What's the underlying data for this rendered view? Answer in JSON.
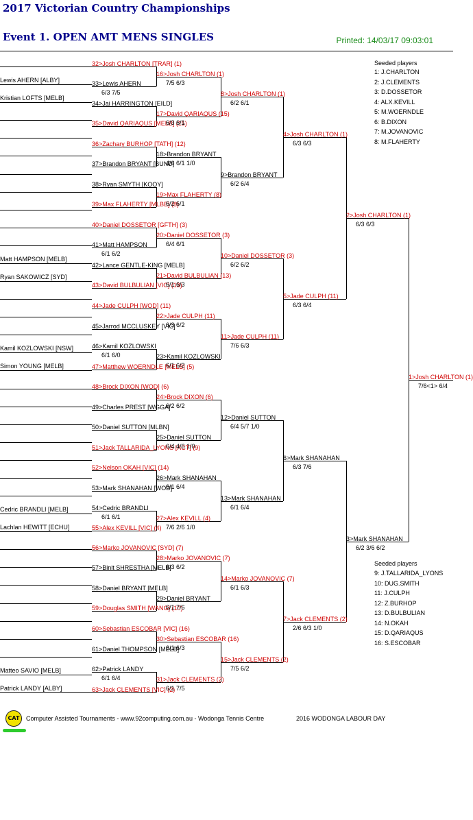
{
  "header": {
    "title": "2017 Victorian Country Championships",
    "event": "Event 1. OPEN AMT MENS SINGLES",
    "printed": "Printed: 14/03/17 09:03:01"
  },
  "seeds_a": {
    "heading": "Seeded players",
    "items": [
      "1: J.CHARLTON",
      "2: J.CLEMENTS",
      "3: D.DOSSETOR",
      "4: ALX.KEVILL",
      "5: M.WOERNDLE",
      "6: B.DIXON",
      "7: M.JOVANOVIC",
      "8: M.FLAHERTY"
    ]
  },
  "seeds_b": {
    "heading": "Seeded players",
    "items": [
      "9: J.TALLARIDA_LYONS",
      "10: DUG.SMITH",
      "11: J.CULPH",
      "12: Z.BURHOP",
      "13: D.BULBULIAN",
      "14: N.OKAH",
      "15: D.QARIAQUS",
      "16: S.ESCOBAR"
    ]
  },
  "round0": [
    {
      "slot": 1,
      "name": "Lewis AHERN [ALBY]"
    },
    {
      "slot": 2,
      "name": "Kristian LOFTS [MELB]"
    },
    {
      "slot": 11,
      "name": "Matt HAMPSON [MELB]"
    },
    {
      "slot": 12,
      "name": "Ryan SAKOWICZ [SYD]"
    },
    {
      "slot": 16,
      "name": "Kamil KOZLOWSKI [NSW]"
    },
    {
      "slot": 17,
      "name": "Simon YOUNG [MELB]"
    },
    {
      "slot": 25,
      "name": "Cedric BRANDLI [MELB]"
    },
    {
      "slot": 26,
      "name": "Lachlan HEWITT [ECHU]"
    },
    {
      "slot": 34,
      "name": "Matteo SAVIO [MELB]"
    },
    {
      "slot": 35,
      "name": "Patrick LANDY [ALBY]"
    }
  ],
  "round1": [
    {
      "name": "32>Josh CHARLTON [TRAR] (1)",
      "score": "",
      "red": true
    },
    {
      "name": "33>Lewis AHERN",
      "score": "6/3 7/5",
      "red": false
    },
    {
      "name": "34>Jai HARRINGTON [EILD]",
      "score": "",
      "red": false
    },
    {
      "name": "35>David QARIAQUS [MELB] (15)",
      "score": "",
      "red": true
    },
    {
      "name": "36>Zachary BURHOP [TATH] (12)",
      "score": "",
      "red": true
    },
    {
      "name": "37>Brandon BRYANT [BUND]",
      "score": "",
      "red": false
    },
    {
      "name": "38>Ryan SMYTH [KOOY]",
      "score": "",
      "red": false
    },
    {
      "name": "39>Max FLAHERTY [MLBE] (8)",
      "score": "",
      "red": true
    },
    {
      "name": "40>Daniel DOSSETOR [GFTH] (3)",
      "score": "",
      "red": true
    },
    {
      "name": "41>Matt HAMPSON",
      "score": "6/1 6/2",
      "red": false
    },
    {
      "name": "42>Lance GENTLE-KING [MELB]",
      "score": "",
      "red": false
    },
    {
      "name": "43>David BULBULIAN [VIC] (13)",
      "score": "",
      "red": true
    },
    {
      "name": "44>Jade CULPH [WOD] (11)",
      "score": "",
      "red": true
    },
    {
      "name": "45>Jarrod MCCLUSKEY [VIC]",
      "score": "",
      "red": false
    },
    {
      "name": "46>Kamil KOZLOWSKI",
      "score": "6/1 6/0",
      "red": false
    },
    {
      "name": "47>Matthew WOERNDLE [MELB] (5)",
      "score": "",
      "red": true
    },
    {
      "name": "48>Brock DIXON [WOD] (6)",
      "score": "",
      "red": true
    },
    {
      "name": "49>Charles PREST [WGGA]",
      "score": "",
      "red": false
    },
    {
      "name": "50>Daniel SUTTON [MLBN]",
      "score": "",
      "red": false
    },
    {
      "name": "51>Jack TALLARIDA_LYONS [ACT] (9)",
      "score": "",
      "red": true
    },
    {
      "name": "52>Nelson OKAH [VIC] (14)",
      "score": "",
      "red": true
    },
    {
      "name": "53>Mark SHANAHAN [WOD]",
      "score": "",
      "red": false
    },
    {
      "name": "54>Cedric BRANDLI",
      "score": "6/1 6/1",
      "red": false
    },
    {
      "name": "55>Alex KEVILL [VIC] (4)",
      "score": "",
      "red": true
    },
    {
      "name": "56>Marko JOVANOVIC [SYD] (7)",
      "score": "",
      "red": true
    },
    {
      "name": "57>Binit SHRESTHA [MELB]",
      "score": "",
      "red": false
    },
    {
      "name": "58>Daniel BRYANT [MELB]",
      "score": "",
      "red": false
    },
    {
      "name": "59>Douglas SMITH [WANG] (10)",
      "score": "",
      "red": true
    },
    {
      "name": "60>Sebastian ESCOBAR [VIC] (16)",
      "score": "",
      "red": true
    },
    {
      "name": "61>Daniel THOMPSON [MELB]",
      "score": "",
      "red": false
    },
    {
      "name": "62>Patrick LANDY",
      "score": "6/1 6/4",
      "red": false
    },
    {
      "name": "63>Jack CLEMENTS [VIC] (2)",
      "score": "",
      "red": true
    }
  ],
  "round2": [
    {
      "name": "16>Josh CHARLTON (1)",
      "score": "7/5 6/3",
      "red": true
    },
    {
      "name": "17>David QARIAQUS (15)",
      "score": "6/3 6/1",
      "red": true
    },
    {
      "name": "18>Brandon BRYANT",
      "score": "4/6 6/1 1/0",
      "red": false
    },
    {
      "name": "19>Max FLAHERTY (8)",
      "score": "6/2 6/1",
      "red": true
    },
    {
      "name": "20>Daniel DOSSETOR (3)",
      "score": "6/4 6/1",
      "red": true
    },
    {
      "name": "21>David BULBULIAN (13)",
      "score": "6/1 6/3",
      "red": true
    },
    {
      "name": "22>Jade CULPH (11)",
      "score": "6/3 6/2",
      "red": true
    },
    {
      "name": "23>Kamil KOZLOWSKI",
      "score": "6/1 6/2",
      "red": false
    },
    {
      "name": "24>Brock DIXON (6)",
      "score": "6/2 6/2",
      "red": true
    },
    {
      "name": "25>Daniel SUTTON",
      "score": "6/4 4/6 1/0",
      "red": false
    },
    {
      "name": "26>Mark SHANAHAN",
      "score": "6/1 6/4",
      "red": false
    },
    {
      "name": "27>Alex KEVILL (4)",
      "score": "7/6 2/6 1/0",
      "red": true
    },
    {
      "name": "28>Marko JOVANOVIC (7)",
      "score": "6/3 6/2",
      "red": true
    },
    {
      "name": "29>Daniel BRYANT",
      "score": "6/1 7/6",
      "red": false
    },
    {
      "name": "30>Sebastian ESCOBAR (16)",
      "score": "6/1 6/3",
      "red": true
    },
    {
      "name": "31>Jack CLEMENTS (2)",
      "score": "6/1 7/5",
      "red": true
    }
  ],
  "round3": [
    {
      "name": "8>Josh CHARLTON (1)",
      "score": "6/2 6/1",
      "red": true
    },
    {
      "name": "9>Brandon BRYANT",
      "score": "6/2 6/4",
      "red": false
    },
    {
      "name": "10>Daniel DOSSETOR (3)",
      "score": "6/2 6/2",
      "red": true
    },
    {
      "name": "11>Jade CULPH (11)",
      "score": "7/6 6/3",
      "red": true
    },
    {
      "name": "12>Daniel SUTTON",
      "score": "6/4 5/7 1/0",
      "red": false
    },
    {
      "name": "13>Mark SHANAHAN",
      "score": "6/1 6/4",
      "red": false
    },
    {
      "name": "14>Marko JOVANOVIC (7)",
      "score": "6/1 6/3",
      "red": true
    },
    {
      "name": "15>Jack CLEMENTS (2)",
      "score": "7/5 6/2",
      "red": true
    }
  ],
  "round4": [
    {
      "name": "4>Josh CHARLTON (1)",
      "score": "6/3 6/3",
      "red": true
    },
    {
      "name": "5>Jade CULPH (11)",
      "score": "6/3 6/4",
      "red": true
    },
    {
      "name": "6>Mark SHANAHAN",
      "score": "6/3 7/6",
      "red": false
    },
    {
      "name": "7>Jack CLEMENTS (2)",
      "score": "2/6 6/3 1/0",
      "red": true
    }
  ],
  "round5": [
    {
      "name": "2>Josh CHARLTON (1)",
      "score": "6/3 6/3",
      "red": true
    },
    {
      "name": "3>Mark SHANAHAN",
      "score": "6/2 3/6 6/2",
      "red": false
    }
  ],
  "round6": [
    {
      "name": "1>Josh CHARLTON (1)",
      "score": "7/6<1> 6/4",
      "red": true
    }
  ],
  "footer": {
    "logo": "CAT",
    "credit": "Computer Assisted Tournaments - www.92computing.com.au -  Wodonga Tennis Centre",
    "tournament": "2016 WODONGA LABOUR DAY"
  }
}
